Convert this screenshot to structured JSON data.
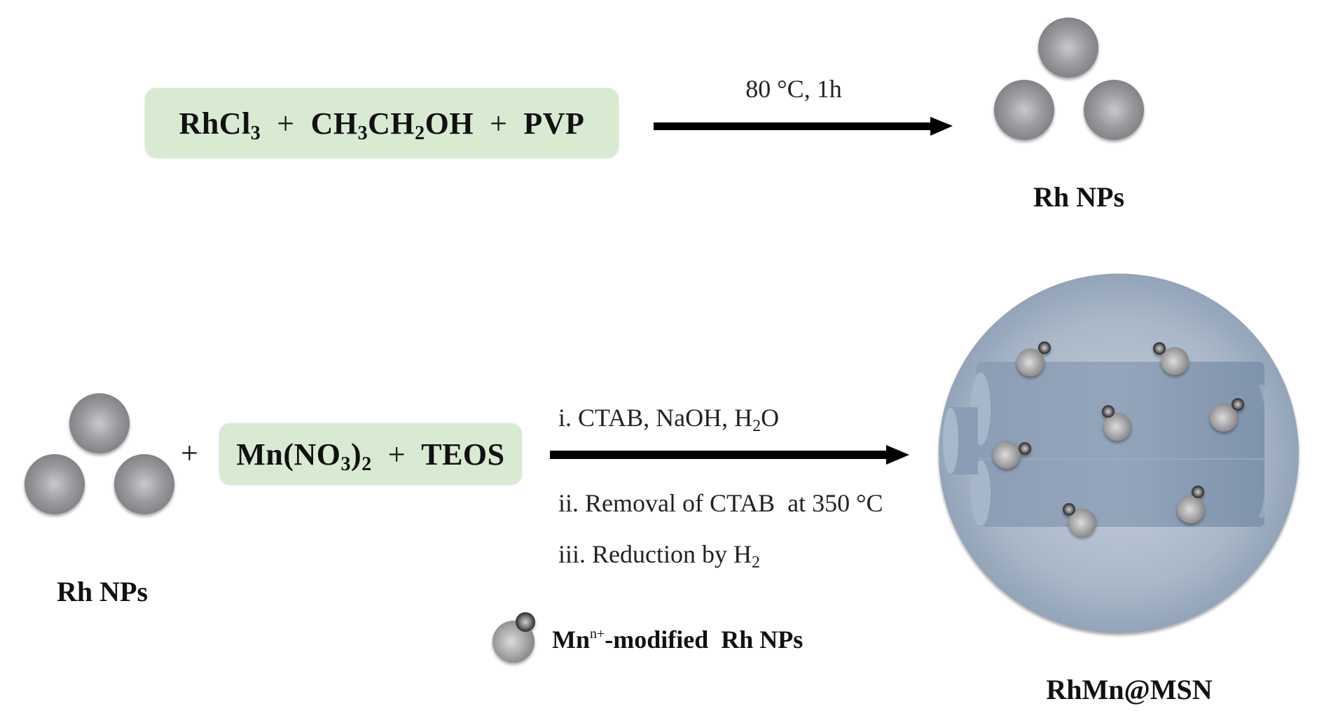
{
  "figure": {
    "title": "Synthesis scheme of RhMn@MSN",
    "colors": {
      "reagent_box": "#d9ead3",
      "arrow": "#000000",
      "nanoparticle": "#8f8f92",
      "msn_sphere": "#a8b7c9",
      "msn_channel": "#8a9cb3"
    }
  },
  "step1": {
    "reagents": {
      "rhcl3": {
        "base": "RhCl",
        "sub": "3"
      },
      "plus1": "+",
      "ethanol": [
        {
          "base": "CH",
          "sub": "3"
        },
        {
          "base": "CH",
          "sub": "2"
        },
        {
          "base": "OH",
          "sub": ""
        }
      ],
      "plus2": "+",
      "pvp": "PVP"
    },
    "condition": "80 °C, 1h",
    "product_label": "Rh NPs"
  },
  "step2": {
    "start_label": "Rh NPs",
    "plus": "+",
    "reagents": {
      "mn_pre": "Mn(NO",
      "mn_sub1": "3",
      "mn_close": ")",
      "mn_sub2": "2",
      "plus": "+",
      "teos": "TEOS"
    },
    "conditions": {
      "i": {
        "pre": "i. CTAB, NaOH, H",
        "sub": "2",
        "post": "O"
      },
      "ii": "ii. Removal of CTAB  at 350 °C",
      "iii": {
        "pre": "iii. Reduction by H",
        "sub": "2"
      }
    },
    "product_label": "RhMn@MSN",
    "modified_particle_count": 7
  },
  "legend": {
    "pre": "Mn",
    "sup": "n+",
    "post": "-modified  Rh NPs"
  }
}
